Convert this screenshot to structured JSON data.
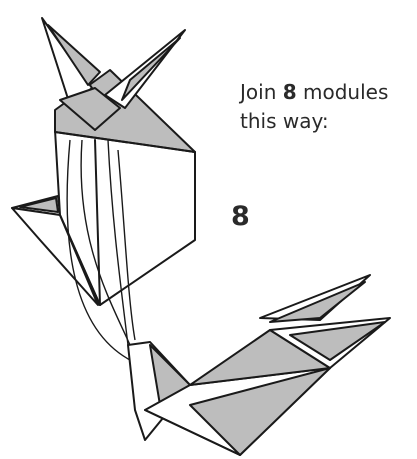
{
  "instruction": {
    "prefix": "Join ",
    "count": "8",
    "suffix_line1": " modules",
    "line2": "this way:"
  },
  "step_number": "8",
  "colors": {
    "shade": "#bdbdbd",
    "line": "#1a1a1a",
    "background": "#ffffff"
  }
}
